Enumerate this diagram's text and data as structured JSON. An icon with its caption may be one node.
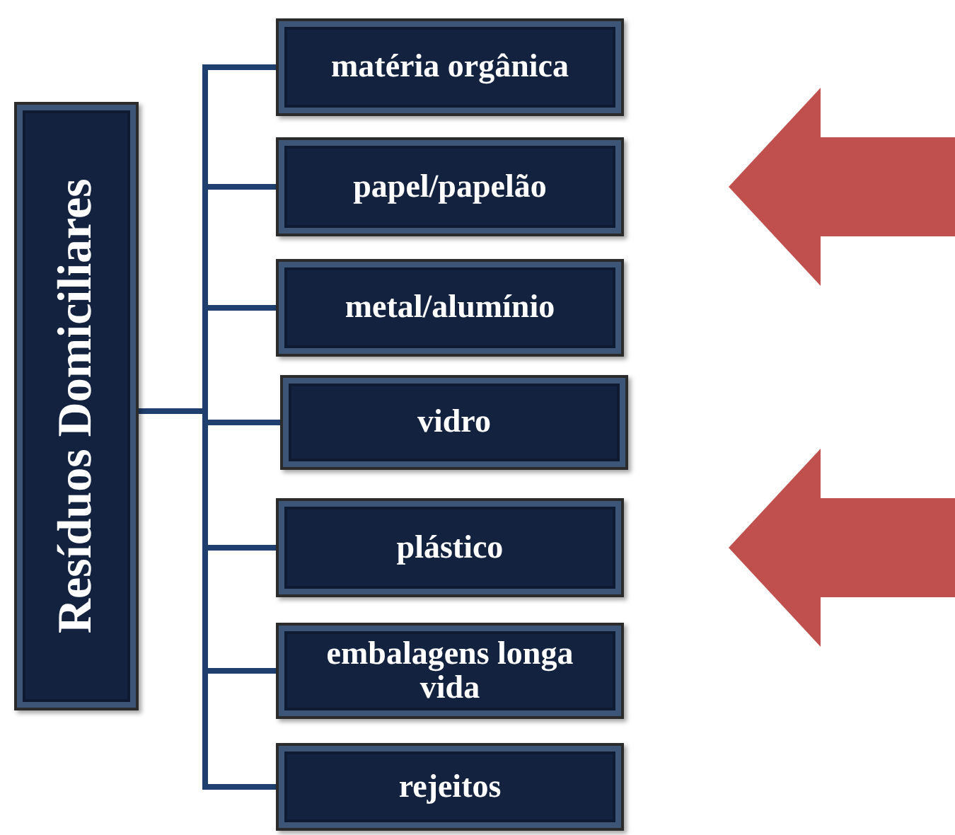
{
  "diagram": {
    "nodes": [
      {
        "text": [
          "Resíduos Domiciliares"
        ]
      },
      {
        "text": [
          "matéria orgânica"
        ]
      },
      {
        "text": [
          "papel/papelão"
        ]
      },
      {
        "text": [
          "metal/alumínio"
        ]
      },
      {
        "text": [
          "vidro"
        ]
      },
      {
        "text": [
          "plástico"
        ]
      },
      {
        "text": [
          "embalagens longa vida"
        ]
      },
      {
        "text": [
          "rejeitos"
        ]
      }
    ],
    "edges": [
      {
        "from": 0,
        "to": 1,
        "arrow": "none"
      },
      {
        "from": 0,
        "to": 2,
        "arrow": "none"
      },
      {
        "from": 0,
        "to": 3,
        "arrow": "none"
      },
      {
        "from": 0,
        "to": 4,
        "arrow": "none"
      },
      {
        "from": 0,
        "to": 5,
        "arrow": "none"
      },
      {
        "from": 0,
        "to": 6,
        "arrow": "none"
      },
      {
        "from": 0,
        "to": 7,
        "arrow": "none"
      },
      {
        "from": null,
        "to": 2,
        "arrow": "to",
        "style": "thick",
        "color": "#c0504d"
      },
      {
        "from": null,
        "to": 5,
        "arrow": "to",
        "style": "thick",
        "color": "#c0504d"
      }
    ]
  }
}
